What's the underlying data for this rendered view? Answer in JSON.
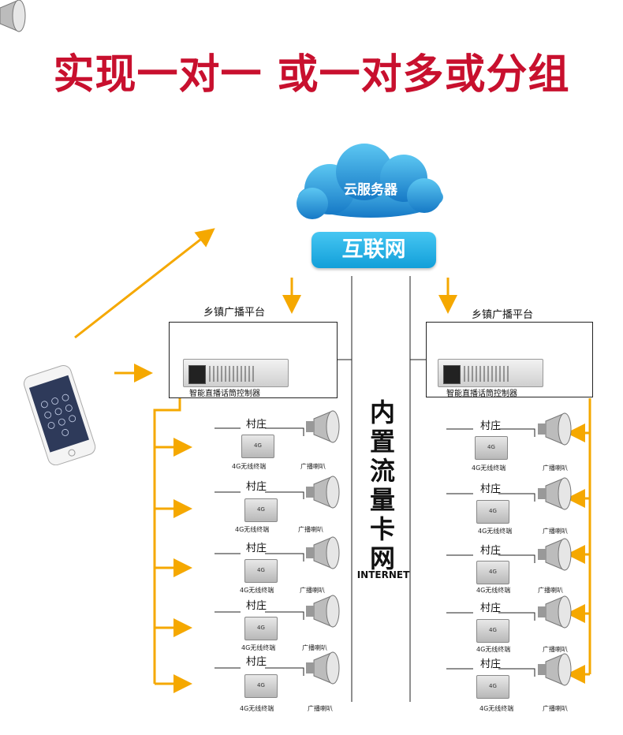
{
  "headline": "实现一对一 或一对多或分组",
  "cloud_label": "云服务器",
  "internet_label": "互联网",
  "center_title_chars": [
    "内",
    "置",
    "流",
    "量",
    "卡",
    "网"
  ],
  "internet_word": "INTERNET",
  "left_platform": {
    "title": "乡镇广播平台",
    "controller": "智能直播话筒控制器"
  },
  "right_platform": {
    "title": "乡镇广播平台",
    "controller": "智能直播话筒控制器"
  },
  "village_label": "村庄",
  "terminal_label": "4G无线终端",
  "terminal_badge": "4G",
  "speaker_label": "广播喇叭",
  "colors": {
    "headline": "#c8102e",
    "arrow": "#f5a800",
    "pill": "#1aa6de",
    "cloud": "#1e8fd6"
  }
}
